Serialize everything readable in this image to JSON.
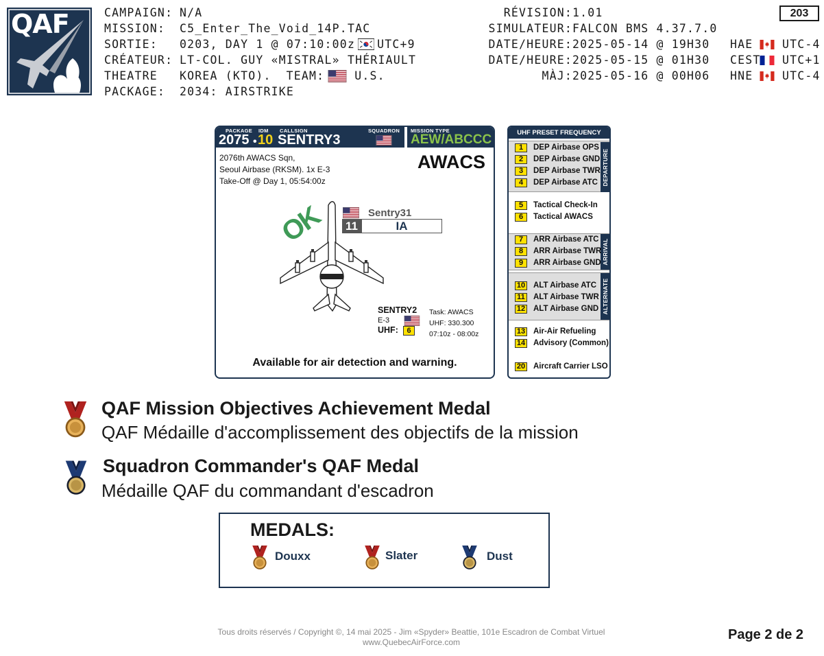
{
  "header": {
    "logo_text": "QAF",
    "left_rows": [
      {
        "label": "CAMPAIGN:",
        "value": "N/A"
      },
      {
        "label": "MISSION:",
        "value": "C5_Enter_The_Void_14P.TAC"
      },
      {
        "label": "SORTIE:",
        "value": "0203, DAY 1 @ 07:10:00z",
        "flag": "kr-flag-icon",
        "extra": "UTC+9"
      },
      {
        "label": "CRÉATEUR:",
        "value": "LT-COL. GUY «MISTRAL» THÉRIAULT"
      },
      {
        "label": "THEATRE",
        "value": "KOREA (KTO).",
        "team_label": "TEAM:",
        "team_flag": "us-flag-icon",
        "team_value": "U.S."
      },
      {
        "label": "PACKAGE:",
        "value": "2034: AIRSTRIKE"
      }
    ],
    "right_rows": [
      {
        "label": "RÉVISION:",
        "value": "1.01",
        "tz": "",
        "flag": "",
        "utc": ""
      },
      {
        "label": "SIMULATEUR:",
        "value": "FALCON BMS 4.37.7.0",
        "tz": "",
        "flag": "",
        "utc": ""
      },
      {
        "label": "DATE/HEURE:",
        "value": "2025-05-14 @ 19H30",
        "tz": "HAE",
        "flag": "ca-flag-icon",
        "utc": "UTC-4"
      },
      {
        "label": "DATE/HEURE:",
        "value": "2025-05-15 @ 01H30",
        "tz": "CEST",
        "flag": "fr-flag-icon",
        "utc": "UTC+1"
      },
      {
        "label": "MÀJ:",
        "value": "2025-05-16 @ 00H06",
        "tz": "HNE",
        "flag": "ca-flag-icon",
        "utc": "UTC-4"
      }
    ],
    "page_number": "203"
  },
  "card": {
    "head": {
      "package_label": "PACKAGE",
      "package_value": "2075",
      "idm_label": "IDM",
      "idm_value": "10",
      "callsign_label": "CALLSIGN",
      "callsign_value": "SENTRY3",
      "squadron_label": "SQUADRON",
      "mission_type_label": "MISSION TYPE",
      "mission_type_value": "AEW/ABCCC"
    },
    "unit_lines": [
      "2076th AWACS Sqn,",
      "Seoul Airbase (RKSM). 1x E-3",
      "Take-Off @ Day 1, 05:54:00z"
    ],
    "title": "AWACS",
    "ok_stamp": "OK",
    "slot": {
      "name": "Sentry31",
      "number": "11",
      "pilot": "IA"
    },
    "flight": {
      "callsign": "SENTRY2",
      "type": "E-3",
      "uhf_label": "UHF:",
      "uhf_channel": "6",
      "task_lines": [
        "Task: AWACS",
        "UHF: 330.300",
        "07:10z - 08:00z"
      ]
    },
    "footer": "Available for air detection and warning."
  },
  "uhf": {
    "title": "UHF PRESET FREQUENCY",
    "groups": [
      {
        "side": "DEPARTURE",
        "shaded": true,
        "items": [
          {
            "ch": "1",
            "label": "DEP Airbase OPS"
          },
          {
            "ch": "2",
            "label": "DEP Airbase GND"
          },
          {
            "ch": "3",
            "label": "DEP Airbase TWR"
          },
          {
            "ch": "4",
            "label": "DEP Airbase ATC"
          }
        ]
      },
      {
        "side": "",
        "shaded": false,
        "items": [
          {
            "ch": "5",
            "label": "Tactical Check-In"
          },
          {
            "ch": "6",
            "label": "Tactical AWACS"
          }
        ]
      },
      {
        "side": "ARRIVAL",
        "shaded": true,
        "items": [
          {
            "ch": "7",
            "label": "ARR Airbase ATC"
          },
          {
            "ch": "8",
            "label": "ARR Airbase TWR"
          },
          {
            "ch": "9",
            "label": "ARR Airbase GND"
          }
        ]
      },
      {
        "side": "ALTERNATE",
        "shaded": true,
        "items": [
          {
            "ch": "10",
            "label": "ALT Airbase ATC"
          },
          {
            "ch": "11",
            "label": "ALT Airbase TWR"
          },
          {
            "ch": "12",
            "label": "ALT Airbase GND"
          }
        ]
      },
      {
        "side": "",
        "shaded": false,
        "items": [
          {
            "ch": "13",
            "label": "Air-Air Refueling"
          },
          {
            "ch": "14",
            "label": "Advisory (Common)"
          },
          {
            "ch": "20",
            "label": "Aircraft Carrier LSO"
          }
        ]
      }
    ]
  },
  "medals": [
    {
      "en": "QAF Mission Objectives Achievement Medal",
      "fr": "QAF Médaille d'accomplissement des objectifs de la mission",
      "ribbon": "#b0221f",
      "icon": "red-medal-icon"
    },
    {
      "en": "Squadron Commander's QAF Medal",
      "fr": "Médaille QAF du commandant d'escadron",
      "ribbon": "#1d3a73",
      "icon": "blue-medal-icon"
    }
  ],
  "medals_box": {
    "title": "MEDALS:",
    "recipients": [
      {
        "name": "Douxx",
        "icon": "red-medal-icon"
      },
      {
        "name": "Slater",
        "icon": "red-medal-icon"
      },
      {
        "name": "Dust",
        "icon": "blue-medal-icon"
      }
    ]
  },
  "footer": {
    "copyright": "Tous droits réservés / Copyright ©, 14 mai 2025 - Jim «Spyder» Beattie, 101e Escadron de Combat Virtuel",
    "website": "www.QuebecAirForce.com",
    "page_label": "Page 2 de 2"
  },
  "colors": {
    "navy": "#1d3450",
    "yellow": "#ffe100",
    "green": "#3f9a57",
    "red_ribbon": "#b0221f",
    "blue_ribbon": "#1d3a73",
    "gold": "#c8a257"
  }
}
